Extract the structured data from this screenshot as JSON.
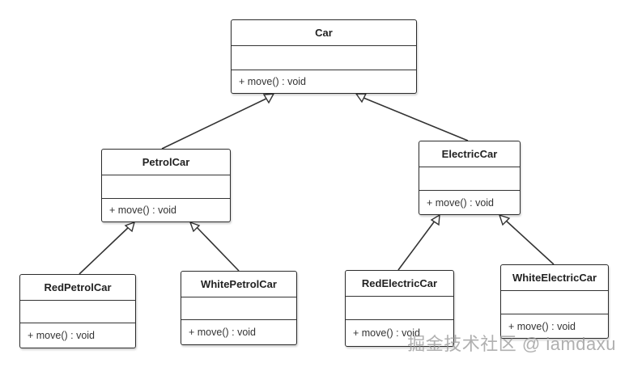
{
  "classes": {
    "car": {
      "name": "Car",
      "operation": "+ move() : void"
    },
    "petrol_car": {
      "name": "PetrolCar",
      "operation": "+ move() : void"
    },
    "electric_car": {
      "name": "ElectricCar",
      "operation": "+ move() : void"
    },
    "red_petrol_car": {
      "name": "RedPetrolCar",
      "operation": "+ move() : void"
    },
    "white_petrol_car": {
      "name": "WhitePetrolCar",
      "operation": "+ move() : void"
    },
    "red_electric_car": {
      "name": "RedElectricCar",
      "operation": "+ move() : void"
    },
    "white_electric_car": {
      "name": "WhiteElectricCar",
      "operation": "+ move() : void"
    }
  },
  "generalizations": [
    {
      "child": "petrol_car",
      "parent": "car"
    },
    {
      "child": "electric_car",
      "parent": "car"
    },
    {
      "child": "red_petrol_car",
      "parent": "petrol_car"
    },
    {
      "child": "white_petrol_car",
      "parent": "petrol_car"
    },
    {
      "child": "red_electric_car",
      "parent": "electric_car"
    },
    {
      "child": "white_electric_car",
      "parent": "electric_car"
    }
  ],
  "watermark": "掘金技术社区 @ iamdaxu"
}
